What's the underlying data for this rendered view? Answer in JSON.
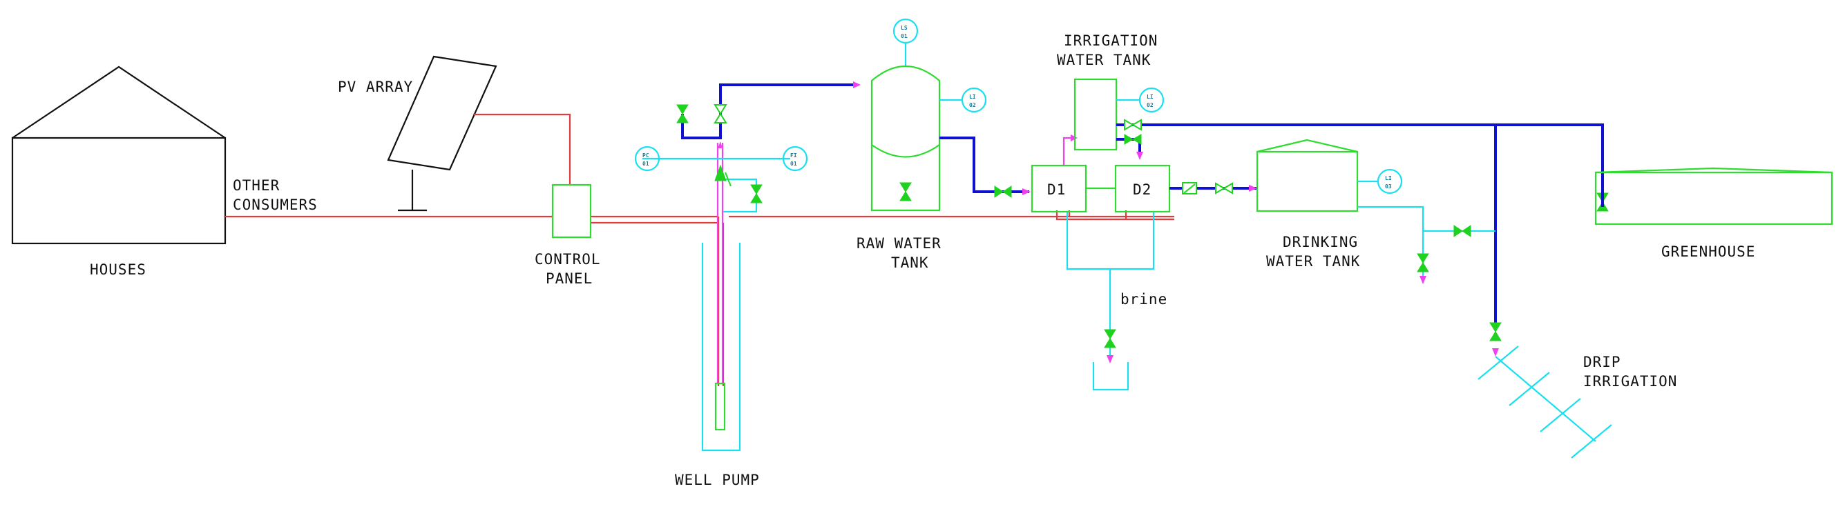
{
  "labels": {
    "houses": "HOUSES",
    "other_consumers_1": "OTHER",
    "other_consumers_2": "CONSUMERS",
    "pv_array": "PV ARRAY",
    "control_panel_1": "CONTROL",
    "control_panel_2": "PANEL",
    "well_pump": "WELL PUMP",
    "raw_water_tank_1": "RAW WATER",
    "raw_water_tank_2": "TANK",
    "irrigation_tank_1": "IRRIGATION",
    "irrigation_tank_2": "WATER TANK",
    "d1": "D1",
    "d2": "D2",
    "brine": "brine",
    "drinking_tank_1": "DRINKING",
    "drinking_tank_2": "WATER TANK",
    "greenhouse": "GREENHOUSE",
    "drip_1": "DRIP",
    "drip_2": "IRRIGATION"
  },
  "instruments": [
    {
      "id": "ls01",
      "l1": "LS",
      "l2": "01"
    },
    {
      "id": "li02",
      "l1": "LI",
      "l2": "02"
    },
    {
      "id": "pc01",
      "l1": "PC",
      "l2": "01"
    },
    {
      "id": "fi01",
      "l1": "FI",
      "l2": "01"
    },
    {
      "id": "li02b",
      "l1": "LI",
      "l2": "02"
    },
    {
      "id": "li03",
      "l1": "LI",
      "l2": "03"
    }
  ],
  "colors": {
    "power_line": "#e33b3b",
    "main_pipe": "#1010d0",
    "secondary_pipe": "#19e0f0",
    "equipment": "#2edc2e",
    "flow_arrow": "#f040f0",
    "outline": "#111111"
  }
}
